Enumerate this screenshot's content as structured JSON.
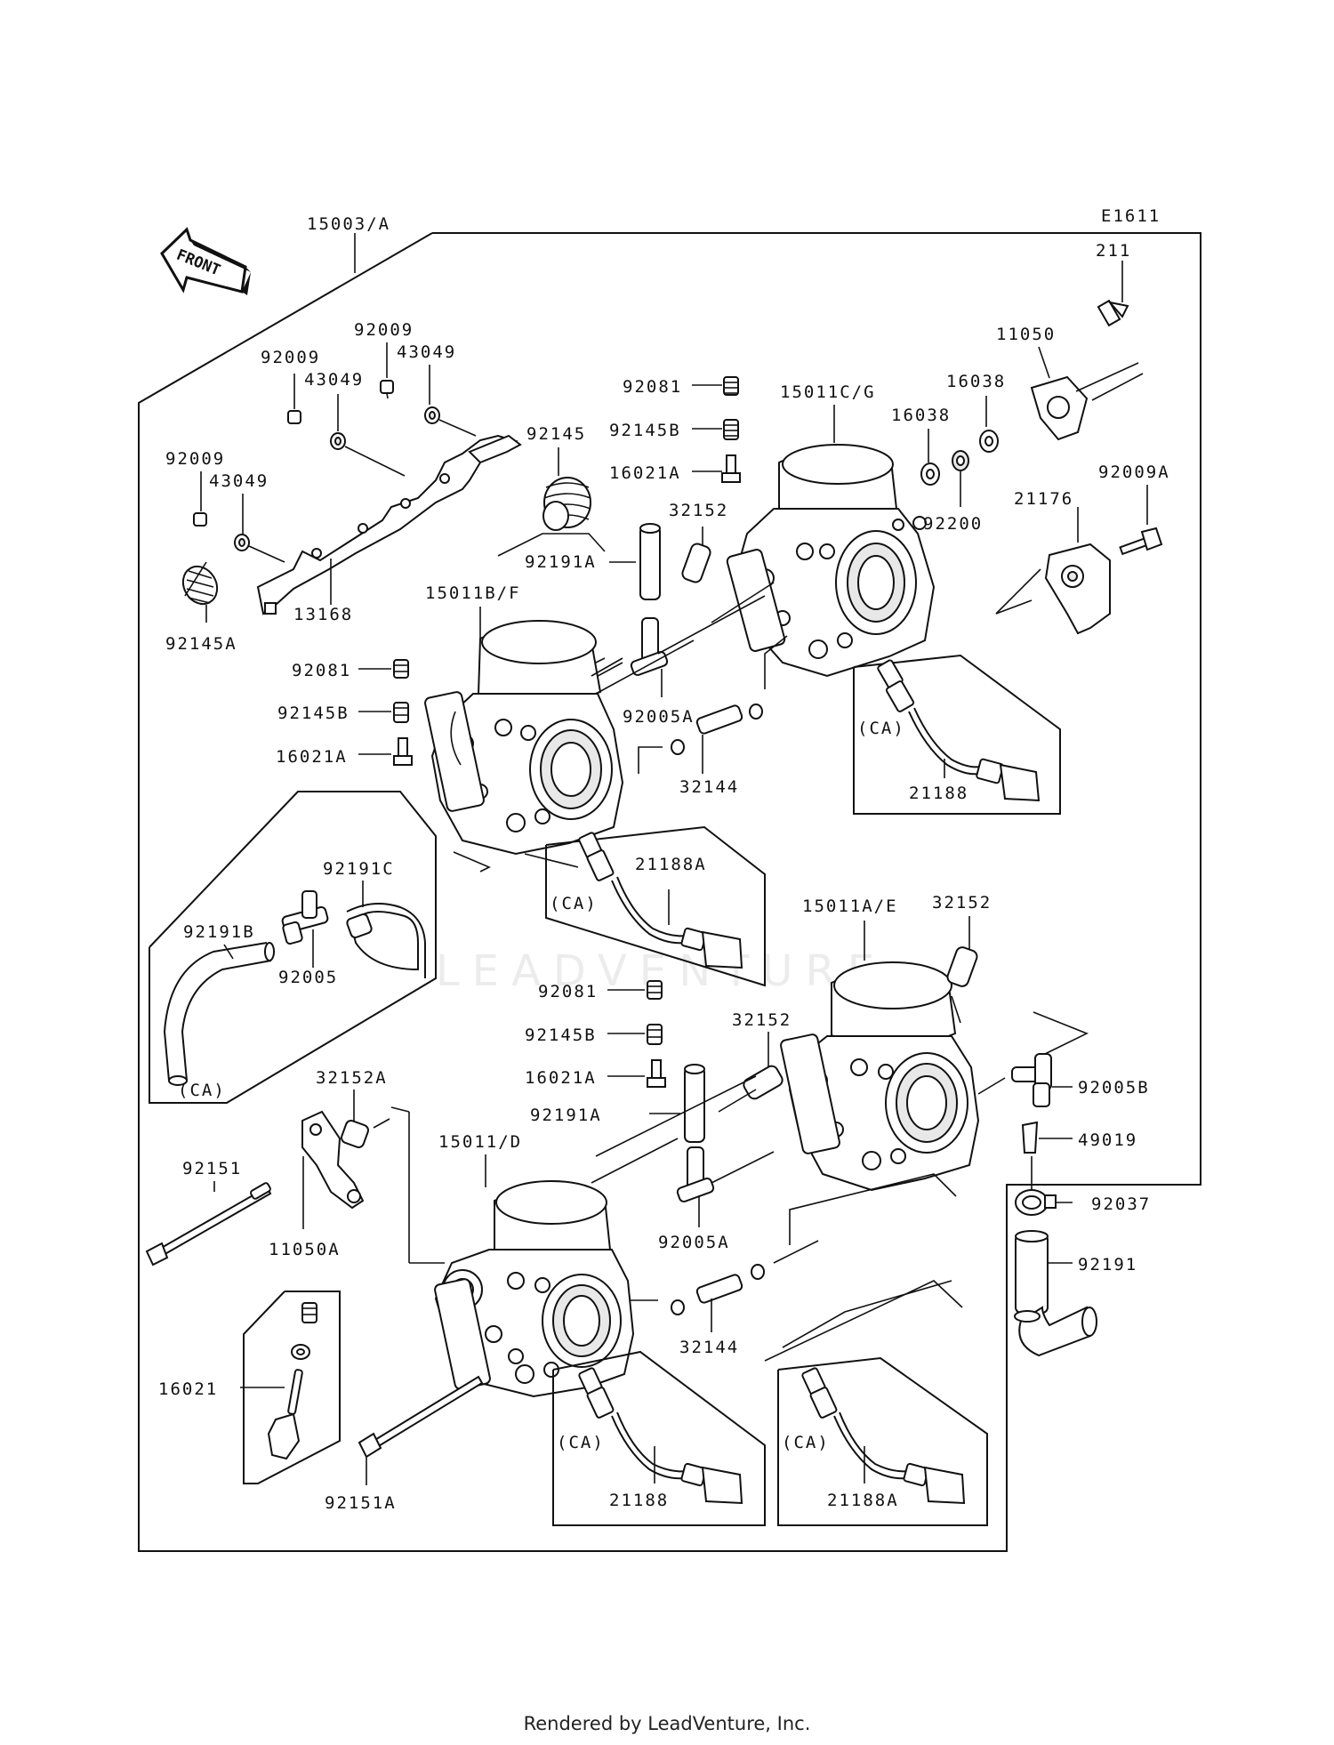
{
  "diagram_code": "E1611",
  "front_label": "FRONT",
  "footer": "Rendered by LeadVenture, Inc.",
  "watermark": "LEADVENTURE",
  "ca_label": "(CA)",
  "parts": {
    "p15003A": "15003/A",
    "p211": "211",
    "p11050": "11050",
    "p16038a": "16038",
    "p16038b": "16038",
    "p92200": "92200",
    "p92009A": "92009A",
    "p21176": "21176",
    "p92081a": "92081",
    "p92145Ba": "92145B",
    "p16021Aa": "16021A",
    "p15011CG": "15011C/G",
    "p32152a": "32152",
    "p92191Aa": "92191A",
    "p92145": "92145",
    "p92009a": "92009",
    "p92009b": "92009",
    "p92009c": "92009",
    "p43049a": "43049",
    "p43049b": "43049",
    "p43049c": "43049",
    "p13168": "13168",
    "p92145A": "92145A",
    "p15011BF": "15011B/F",
    "p92081b": "92081",
    "p92145Bb": "92145B",
    "p16021Ab": "16021A",
    "p92005Aa": "92005A",
    "p32144a": "32144",
    "p21188a": "21188",
    "p21188Aa": "21188A",
    "p92191C": "92191C",
    "p92191B": "92191B",
    "p92005": "92005",
    "p15011AE": "15011A/E",
    "p32152b": "32152",
    "p92081c": "92081",
    "p92145Bc": "92145B",
    "p16021Ac": "16021A",
    "p32152c": "32152",
    "p92191Ab": "92191A",
    "p92005B": "92005B",
    "p49019": "49019",
    "p32152A": "32152A",
    "p92151": "92151",
    "p11050A": "11050A",
    "p15011D": "15011/D",
    "p92005Ab": "92005A",
    "p92037": "92037",
    "p92191": "92191",
    "p32144b": "32144",
    "p16021": "16021",
    "p92151A": "92151A",
    "p21188b": "21188",
    "p21188Ab": "21188A"
  }
}
